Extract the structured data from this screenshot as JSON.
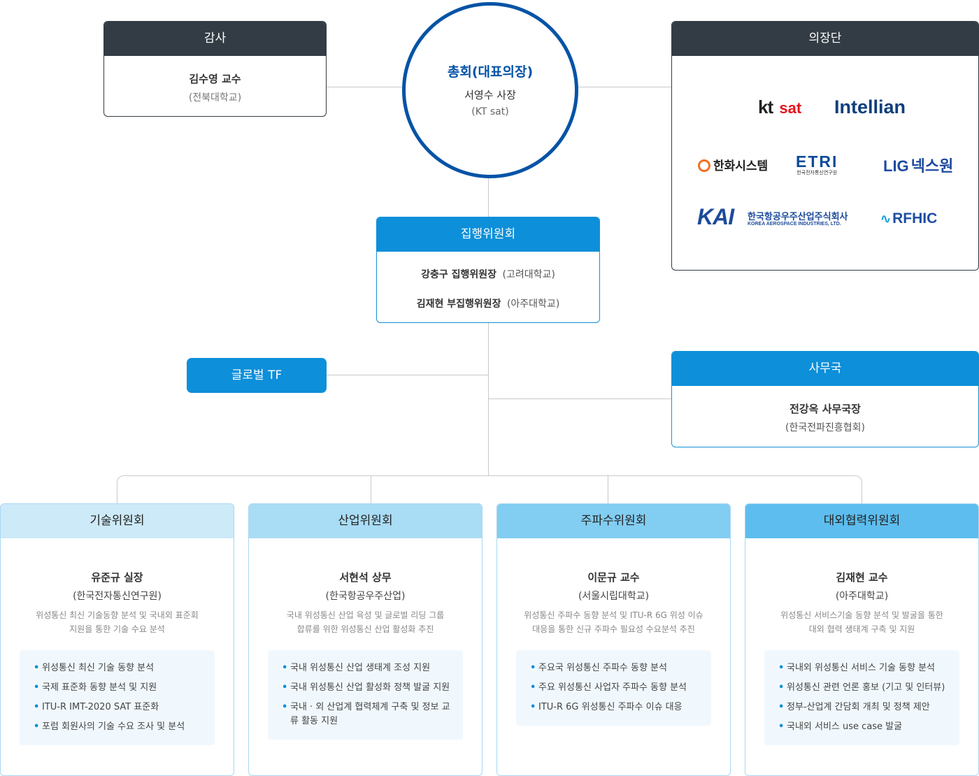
{
  "audit": {
    "title": "감사",
    "name": "김수영 교수",
    "org": "(전북대학교)"
  },
  "general": {
    "title": "총회(대표의장)",
    "name": "서영수 사장",
    "org": "(KT sat)"
  },
  "chairs": {
    "title": "의장단",
    "logos": {
      "ktsat_kt": "kt",
      "ktsat_sat": "sat",
      "intellian": "Intellian",
      "hanwha": "한화시스템",
      "etri": "ETRI",
      "etri_sub": "한국전자통신연구원",
      "lig_a": "LIG",
      "lig_b": "넥스원",
      "kai": "KAI",
      "kai_ko": "한국항공우주산업주식회사",
      "kai_en": "KOREA AEROSPACE INDUSTRIES, LTD.",
      "rfhic": "RFHIC"
    }
  },
  "executive": {
    "title": "집행위원회",
    "row1_name": "강충구 집행위원장",
    "row1_org": "(고려대학교)",
    "row2_name": "김재현 부집행위원장",
    "row2_org": "(아주대학교)"
  },
  "global_tf": {
    "label": "글로벌 TF"
  },
  "secretariat": {
    "title": "사무국",
    "name": "전강옥 사무국장",
    "org": "(한국전파진흥협회)"
  },
  "committees": [
    {
      "title": "기술위원회",
      "chair": "유준규 실장",
      "org": "(한국전자통신연구원)",
      "desc1": "위성통신 최신 기술동향 분석 및 국내외 표준회",
      "desc2": "지원을 통한 기술 수요 분석",
      "items": [
        "위성통신 최신 기술 동향 분석",
        "국제 표준화 동향 분석 및 지원",
        "ITU-R IMT-2020 SAT 표준화",
        "포럼 회원사의 기술 수요 조사 및 분석"
      ]
    },
    {
      "title": "산업위원회",
      "chair": "서현석 상무",
      "org": "(한국항공우주산업)",
      "desc1": "국내 위성통신 산업 육성 및 글로벌 리딩 그룹",
      "desc2": "합류를 위한 위성통신 산업 활성화 추진",
      "items": [
        "국내 위성통신 산업 생태계 조성 지원",
        "국내 위성통신 산업 활성화 정책 발굴 지원",
        "국내 · 외 산업계 협력체계 구축 및 정보 교류 활동 지원"
      ]
    },
    {
      "title": "주파수위원회",
      "chair": "이문규 교수",
      "org": "(서울시립대학교)",
      "desc1": "위성통신 주파수 동향 분석 및 ITU-R 6G 위성 이슈",
      "desc2": "대응을 통한 신규 주파수 필요성 수요분석 추진",
      "items": [
        "주요국 위성통신 주파수 동향 분석",
        "주요 위성통신 사업자 주파수 동향 분석",
        "ITU-R 6G 위성통신 주파수 이슈 대응"
      ]
    },
    {
      "title": "대외협력위원회",
      "chair": "김재현 교수",
      "org": "(아주대학교)",
      "desc1": "위성통신 서비스기술 동향 분석 및 발굴을 통한",
      "desc2": "대외 협력 생태계 구축 및 지원",
      "items": [
        "국내외 위성통신 서비스 기술 동향 분석",
        "위성통신 관련 언론 홍보 (기고 및 인터뷰)",
        "정부-산업계 간담회 개최 및 정책 제안",
        "국내외 서비스 use case 발굴"
      ]
    }
  ],
  "colors": {
    "dark_header": "#333c44",
    "primary_blue": "#0d8fd9",
    "circle_border": "#0553a6",
    "committee_headers": [
      "#cdeaf8",
      "#a9dcf5",
      "#82cdf2",
      "#5dbdee"
    ]
  }
}
